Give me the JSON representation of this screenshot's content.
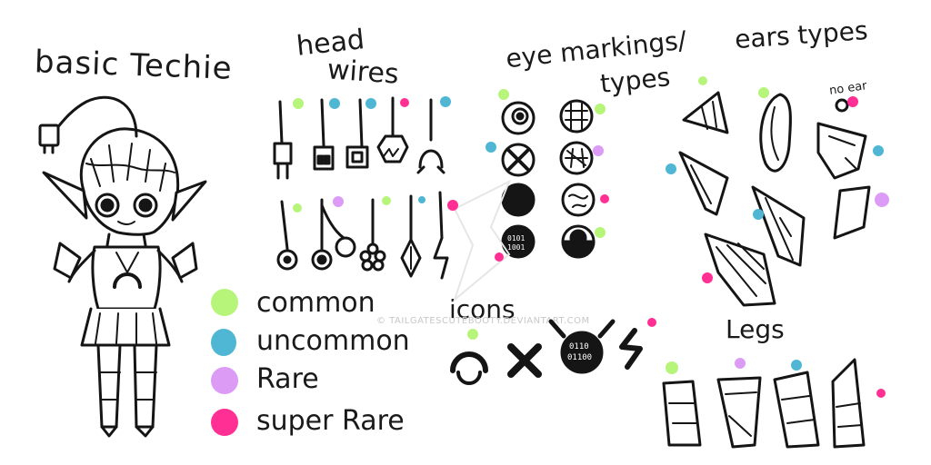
{
  "title": "basic Techie",
  "sections": {
    "head_wires_1": "head",
    "head_wires_2": "wires",
    "eye_markings_1": "eye markings/",
    "eye_markings_2": "types",
    "ears": "ears types",
    "no_ear": "no ear",
    "icons": "icons",
    "legs": "Legs"
  },
  "legend": [
    {
      "label": "common",
      "color": "#b7f57a"
    },
    {
      "label": "uncommon",
      "color": "#4fb7d3"
    },
    {
      "label": "Rare",
      "color": "#dc9cf6"
    },
    {
      "label": "super Rare",
      "color": "#ff2f93"
    }
  ],
  "colors": {
    "common": "#b7f57a",
    "uncommon": "#4fb7d3",
    "rare": "#dc9cf6",
    "super_rare": "#ff2f93"
  },
  "icons": {
    "binary_icon_line1": "0110",
    "binary_icon_line2": "01100",
    "eye_binary_line1": "0101",
    "eye_binary_line2": "1001"
  },
  "watermark": "© TAILGATESCUTEBOOTY.DEVIANTART.COM"
}
